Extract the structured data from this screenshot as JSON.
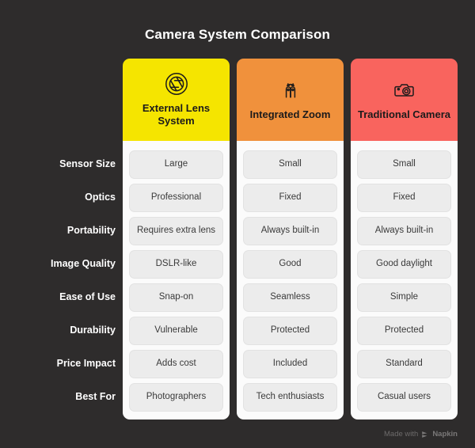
{
  "header": {
    "title": "Camera System Comparison"
  },
  "theme": {
    "background": "#2e2c2c",
    "panel": "#fbfbfb",
    "cell": "#ececec",
    "label_text": "#ffffff"
  },
  "table": {
    "row_labels": [
      "Sensor Size",
      "Optics",
      "Portability",
      "Image Quality",
      "Ease of Use",
      "Durability",
      "Price Impact",
      "Best For"
    ],
    "columns": [
      {
        "title": "External Lens System",
        "color": "#f5e500",
        "icon": "aperture-icon",
        "values": [
          "Large",
          "Professional",
          "Requires extra lens",
          "DSLR-like",
          "Snap-on",
          "Vulnerable",
          "Adds cost",
          "Photographers"
        ]
      },
      {
        "title": "Integrated Zoom",
        "color": "#f0913c",
        "icon": "pinch-zoom-icon",
        "values": [
          "Small",
          "Fixed",
          "Always built-in",
          "Good",
          "Seamless",
          "Protected",
          "Included",
          "Tech enthusiasts"
        ]
      },
      {
        "title": "Traditional Camera",
        "color": "#f9645e",
        "icon": "camera-icon",
        "values": [
          "Small",
          "Fixed",
          "Always built-in",
          "Good daylight",
          "Simple",
          "Protected",
          "Standard",
          "Casual users"
        ]
      }
    ]
  },
  "footer": {
    "made_with": "Made with",
    "brand": "Napkin"
  }
}
